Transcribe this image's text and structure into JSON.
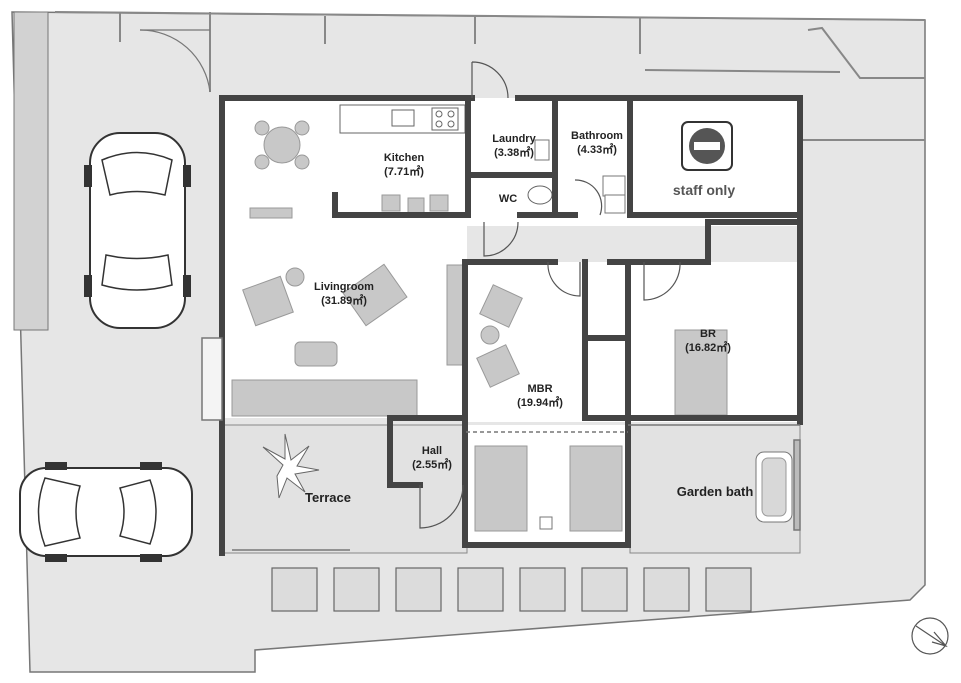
{
  "rooms": {
    "kitchen": {
      "name": "Kitchen",
      "area": "(7.71㎡)"
    },
    "laundry": {
      "name": "Laundry",
      "area": "(3.38㎡)"
    },
    "bathroom": {
      "name": "Bathroom",
      "area": "(4.33㎡)"
    },
    "wc": {
      "name": "WC"
    },
    "livingroom": {
      "name": "Livingroom",
      "area": "(31.89㎡)"
    },
    "br": {
      "name": "BR",
      "area": "(16.82㎡)"
    },
    "mbr": {
      "name": "MBR",
      "area": "(19.94㎡)"
    },
    "hall": {
      "name": "Hall",
      "area": "(2.55㎡)"
    },
    "terrace": {
      "name": "Terrace"
    },
    "garden_bath": {
      "name": "Garden bath"
    }
  },
  "signs": {
    "staff_only": "staff only"
  },
  "colors": {
    "ground": "#e6e6e6",
    "wall": "#444444",
    "floor": "#ffffff",
    "furniture": "#c8c8c8",
    "outline": "#555555"
  },
  "icons": [
    "car-icon",
    "no-entry-icon",
    "north-arrow-icon"
  ]
}
